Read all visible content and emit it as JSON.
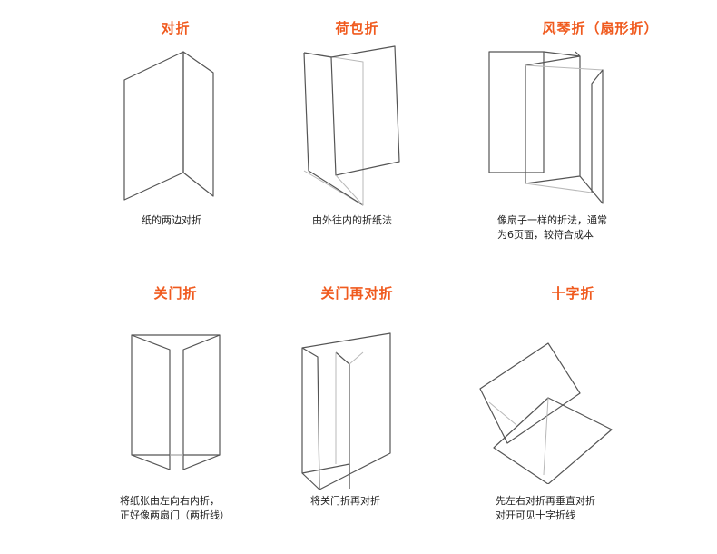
{
  "panels": [
    {
      "title": "对折",
      "caption": [
        "纸的两边对折"
      ]
    },
    {
      "title": "荷包折",
      "caption": [
        "由外往内的折纸法"
      ]
    },
    {
      "title": "风琴折（扇形折）",
      "caption": [
        "像扇子一样的折法，通常",
        "为6页面，较符合成本"
      ]
    },
    {
      "title": "关门折",
      "caption": [
        "将纸张由左向右内折，",
        "正好像两扇门（两折线）"
      ]
    },
    {
      "title": "关门再对折",
      "caption": [
        "将关门折再对折"
      ]
    },
    {
      "title": "十字折",
      "caption": [
        "先左右对折再垂直对折",
        "对开可见十字折线"
      ]
    }
  ]
}
